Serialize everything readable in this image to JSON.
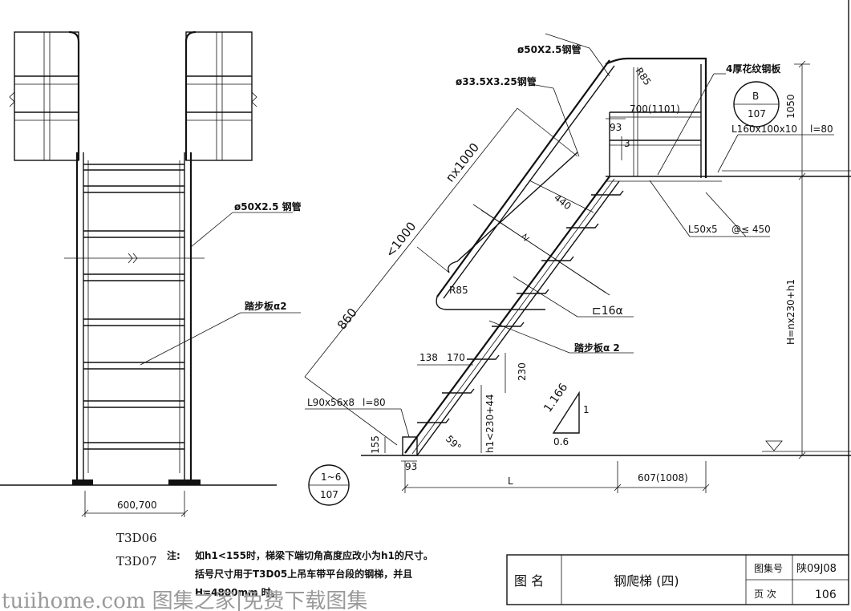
{
  "labels": {
    "pipe_front": "ø50X2.5 钢管",
    "tread_front": "踏步板α2",
    "width_front": "600,700",
    "pipe_top": "ø50X2.5钢管",
    "pipe_small": "ø33.5X3.25钢管",
    "plate": "4厚花纹钢板",
    "angle_l160": "L160x100x10",
    "l_80_right": "l=80",
    "dim_700": "700(1101)",
    "dim_93_top": "93",
    "dim_3": "3",
    "dim_1050": "1050",
    "r85_top": "R85",
    "dim_nx1000": "nx1000",
    "dim_440": "440",
    "angle_l50": "L50x5",
    "spacing_450": "@≤ 450",
    "dim_1000": "<1000",
    "r85_mid": "R85",
    "channel": "⊏16α",
    "dim_860": "860",
    "tread_side": "踏步板α 2",
    "dim_138": "138",
    "dim_170": "170",
    "dim_230": "230",
    "angle_l90": "L90x56x8",
    "l_80_left": "l=80",
    "slope_a": "1.166",
    "slope_b": "1",
    "slope_c": "0.6",
    "dim_h1": "h1<230+44",
    "dim_155": "155",
    "angle_59": "59°",
    "dim_93_bottom": "93",
    "dim_l": "L",
    "dim_607": "607(1008)",
    "dim_h": "H=nx230+h1",
    "bubble_b": "B",
    "bubble_b_num": "107",
    "bubble_16": "1~6",
    "bubble_16_num": "107"
  },
  "notes": {
    "model1": "T3D06",
    "model2": "T3D07",
    "prefix": "注:",
    "line1": "如h1<155时，梯梁下端切角高度应改小为h1的尺寸。",
    "line2": "括号尺寸用于T3D05上吊车带平台段的钢梯，并且",
    "line3": "H=4800mm 时。"
  },
  "title_block": {
    "name_label": "图 名",
    "name_value": "钢爬梯 (四)",
    "atlas_label": "图集号",
    "atlas_value": "陕09J08",
    "page_label": "页 次",
    "page_value": "106"
  },
  "watermark": "tuiihome.com 图集之家|免费下载图集"
}
